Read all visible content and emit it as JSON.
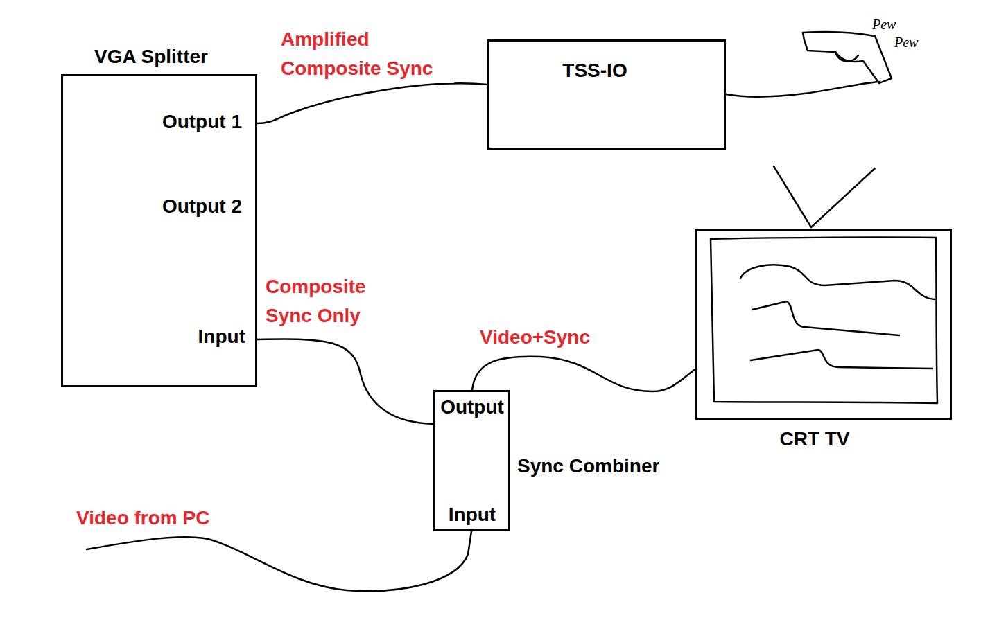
{
  "diagram": {
    "nodes": [
      {
        "text": [
          "VGA Splitter",
          "Output 1",
          "Output 2",
          "Input"
        ]
      },
      {
        "text": [
          "TSS-IO"
        ]
      },
      {
        "text": [
          "CRT TV"
        ]
      },
      {
        "text": [
          "Output",
          "Input",
          "Sync Combiner"
        ]
      }
    ],
    "edges": [
      {
        "from": 0,
        "to": 1,
        "arrow": "none",
        "label": "Amplified Composite Sync"
      },
      {
        "from": 3,
        "to": 0,
        "arrow": "none",
        "label": "Composite Sync Only"
      },
      {
        "from": 3,
        "to": 2,
        "arrow": "none",
        "label": "Video+Sync"
      }
    ],
    "labels": [
      "Video from PC",
      "Pew",
      "Pew"
    ]
  }
}
